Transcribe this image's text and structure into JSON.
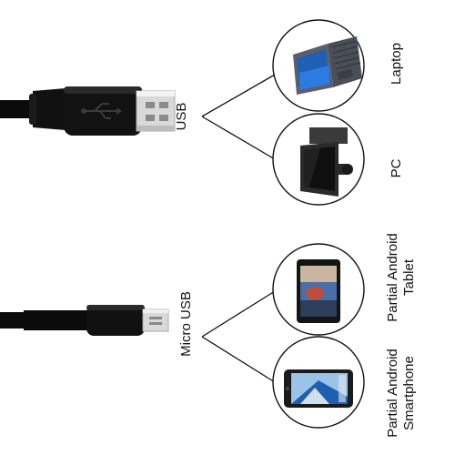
{
  "groups": [
    {
      "connector": "USB",
      "devices": [
        {
          "label": "Laptop",
          "icon": "laptop-icon"
        },
        {
          "label": "PC",
          "icon": "pc-monitor-icon"
        }
      ]
    },
    {
      "connector": "Micro USB",
      "devices": [
        {
          "label_line1": "Partial Android",
          "label_line2": "Tablet",
          "icon": "tablet-icon"
        },
        {
          "label_line1": "Partial Android",
          "label_line2": "Smartphone",
          "icon": "smartphone-icon"
        }
      ]
    }
  ],
  "colors": {
    "cable": "#0b0b0b",
    "metal": "#d9d9d9",
    "line": "#111111",
    "circle_stroke": "#111111"
  }
}
